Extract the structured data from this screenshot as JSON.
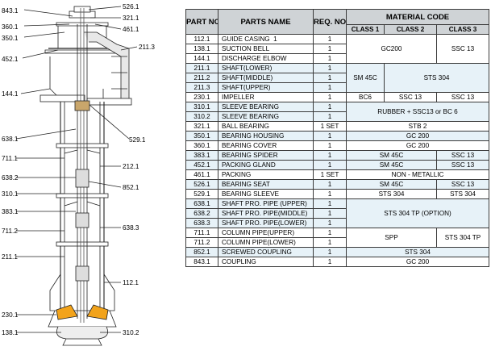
{
  "diagram": {
    "callouts": [
      {
        "id": "843.1",
        "side": "left"
      },
      {
        "id": "360.1",
        "side": "left"
      },
      {
        "id": "350.1",
        "side": "left"
      },
      {
        "id": "452.1",
        "side": "left"
      },
      {
        "id": "144.1",
        "side": "left"
      },
      {
        "id": "638.1",
        "side": "left"
      },
      {
        "id": "711.1",
        "side": "left"
      },
      {
        "id": "638.2",
        "side": "left"
      },
      {
        "id": "310.1",
        "side": "left"
      },
      {
        "id": "383.1",
        "side": "left"
      },
      {
        "id": "711.2",
        "side": "left"
      },
      {
        "id": "211.1",
        "side": "left"
      },
      {
        "id": "230.1",
        "side": "left"
      },
      {
        "id": "138.1",
        "side": "left"
      },
      {
        "id": "526.1",
        "side": "right"
      },
      {
        "id": "321.1",
        "side": "right"
      },
      {
        "id": "461.1",
        "side": "right"
      },
      {
        "id": "211.3",
        "side": "right"
      },
      {
        "id": "529.1",
        "side": "right"
      },
      {
        "id": "212.1",
        "side": "right"
      },
      {
        "id": "852.1",
        "side": "right"
      },
      {
        "id": "638.3",
        "side": "right"
      },
      {
        "id": "112.1",
        "side": "right"
      },
      {
        "id": "310.2",
        "side": "right"
      }
    ]
  },
  "table": {
    "headers": {
      "part_no": "PART NO.",
      "parts_name": "PARTS NAME",
      "req_no": "REQ. NO",
      "material_code": "MATERIAL CODE",
      "class1": "CLASS 1",
      "class2": "CLASS 2",
      "class3": "CLASS 3"
    },
    "rows": [
      {
        "part": "112.1",
        "name": "GUIDE CASING",
        "mark": "1",
        "req": "1"
      },
      {
        "part": "138.1",
        "name": "SUCTION BELL",
        "req": "1"
      },
      {
        "part": "144.1",
        "name": "DISCHARGE ELBOW",
        "req": "1"
      },
      {
        "part": "211.1",
        "name": "SHAFT(LOWER)",
        "req": "1"
      },
      {
        "part": "211.2",
        "name": "SHAFT(MIDDLE)",
        "req": "1"
      },
      {
        "part": "211.3",
        "name": "SHAFT(UPPER)",
        "req": "1"
      },
      {
        "part": "230.1",
        "name": "IMPELLER",
        "req": "1"
      },
      {
        "part": "310.1",
        "name": "SLEEVE BEARING",
        "req": "1"
      },
      {
        "part": "310.2",
        "name": "SLEEVE BEARING",
        "req": "1"
      },
      {
        "part": "321.1",
        "name": "BALL BEARING",
        "req": "1 SET"
      },
      {
        "part": "350.1",
        "name": "BEARING HOUSING",
        "req": "1"
      },
      {
        "part": "360.1",
        "name": "BEARING COVER",
        "req": "1"
      },
      {
        "part": "383.1",
        "name": "BEARING SPIDER",
        "req": "1"
      },
      {
        "part": "452.1",
        "name": "PACKING GLAND",
        "req": "1"
      },
      {
        "part": "461.1",
        "name": "PACKING",
        "req": "1 SET"
      },
      {
        "part": "526.1",
        "name": "BEARING SEAT",
        "req": "1"
      },
      {
        "part": "529.1",
        "name": "BEARING SLEEVE",
        "req": "1"
      },
      {
        "part": "638.1",
        "name": "SHAFT PRO. PIPE (UPPER)",
        "req": "1"
      },
      {
        "part": "638.2",
        "name": "SHAFT PRO. PIPE(MIDDLE)",
        "req": "1"
      },
      {
        "part": "638.3",
        "name": "SHAFT PRO. PIPE(LOWER)",
        "req": "1"
      },
      {
        "part": "711.1",
        "name": "COLUMN PIPE(UPPER)",
        "req": "1"
      },
      {
        "part": "711.2",
        "name": "COLUMN PIPE(LOWER)",
        "req": "1"
      },
      {
        "part": "852.1",
        "name": "SCREWED COUPLING",
        "req": "1"
      },
      {
        "part": "843.1",
        "name": "COUPLING",
        "req": "1"
      }
    ],
    "materials": {
      "gc200_ssc13_a": {
        "c12": "GC200",
        "c3": "SSC 13"
      },
      "shaft": {
        "c1": "SM 45C",
        "c23": "STS 304"
      },
      "impeller": {
        "c1": "BC6",
        "c2": "SSC 13",
        "c3": "SSC 13"
      },
      "sleeve_bearing": "RUBBER + SSC13  or BC 6",
      "ball_bearing": "STB 2",
      "bearing_housing": "GC 200",
      "bearing_cover": "GC 200",
      "bearing_spider": {
        "c12": "SM 45C",
        "c3": "SSC 13"
      },
      "packing_gland": {
        "c12": "SM 45C",
        "c3": "SSC 13"
      },
      "packing": "NON - METALLIC",
      "bearing_seat": {
        "c12": "SM 45C",
        "c3": "SSC 13"
      },
      "bearing_sleeve": {
        "c12": "STS 304",
        "c3": "STS 304"
      },
      "shaft_pro_pipe": "STS 304 TP (OPTION)",
      "column_pipe": {
        "c12": "SPP",
        "c3": "STS 304 TP"
      },
      "screwed_coupling": "STS 304",
      "coupling": "GC 200"
    }
  }
}
